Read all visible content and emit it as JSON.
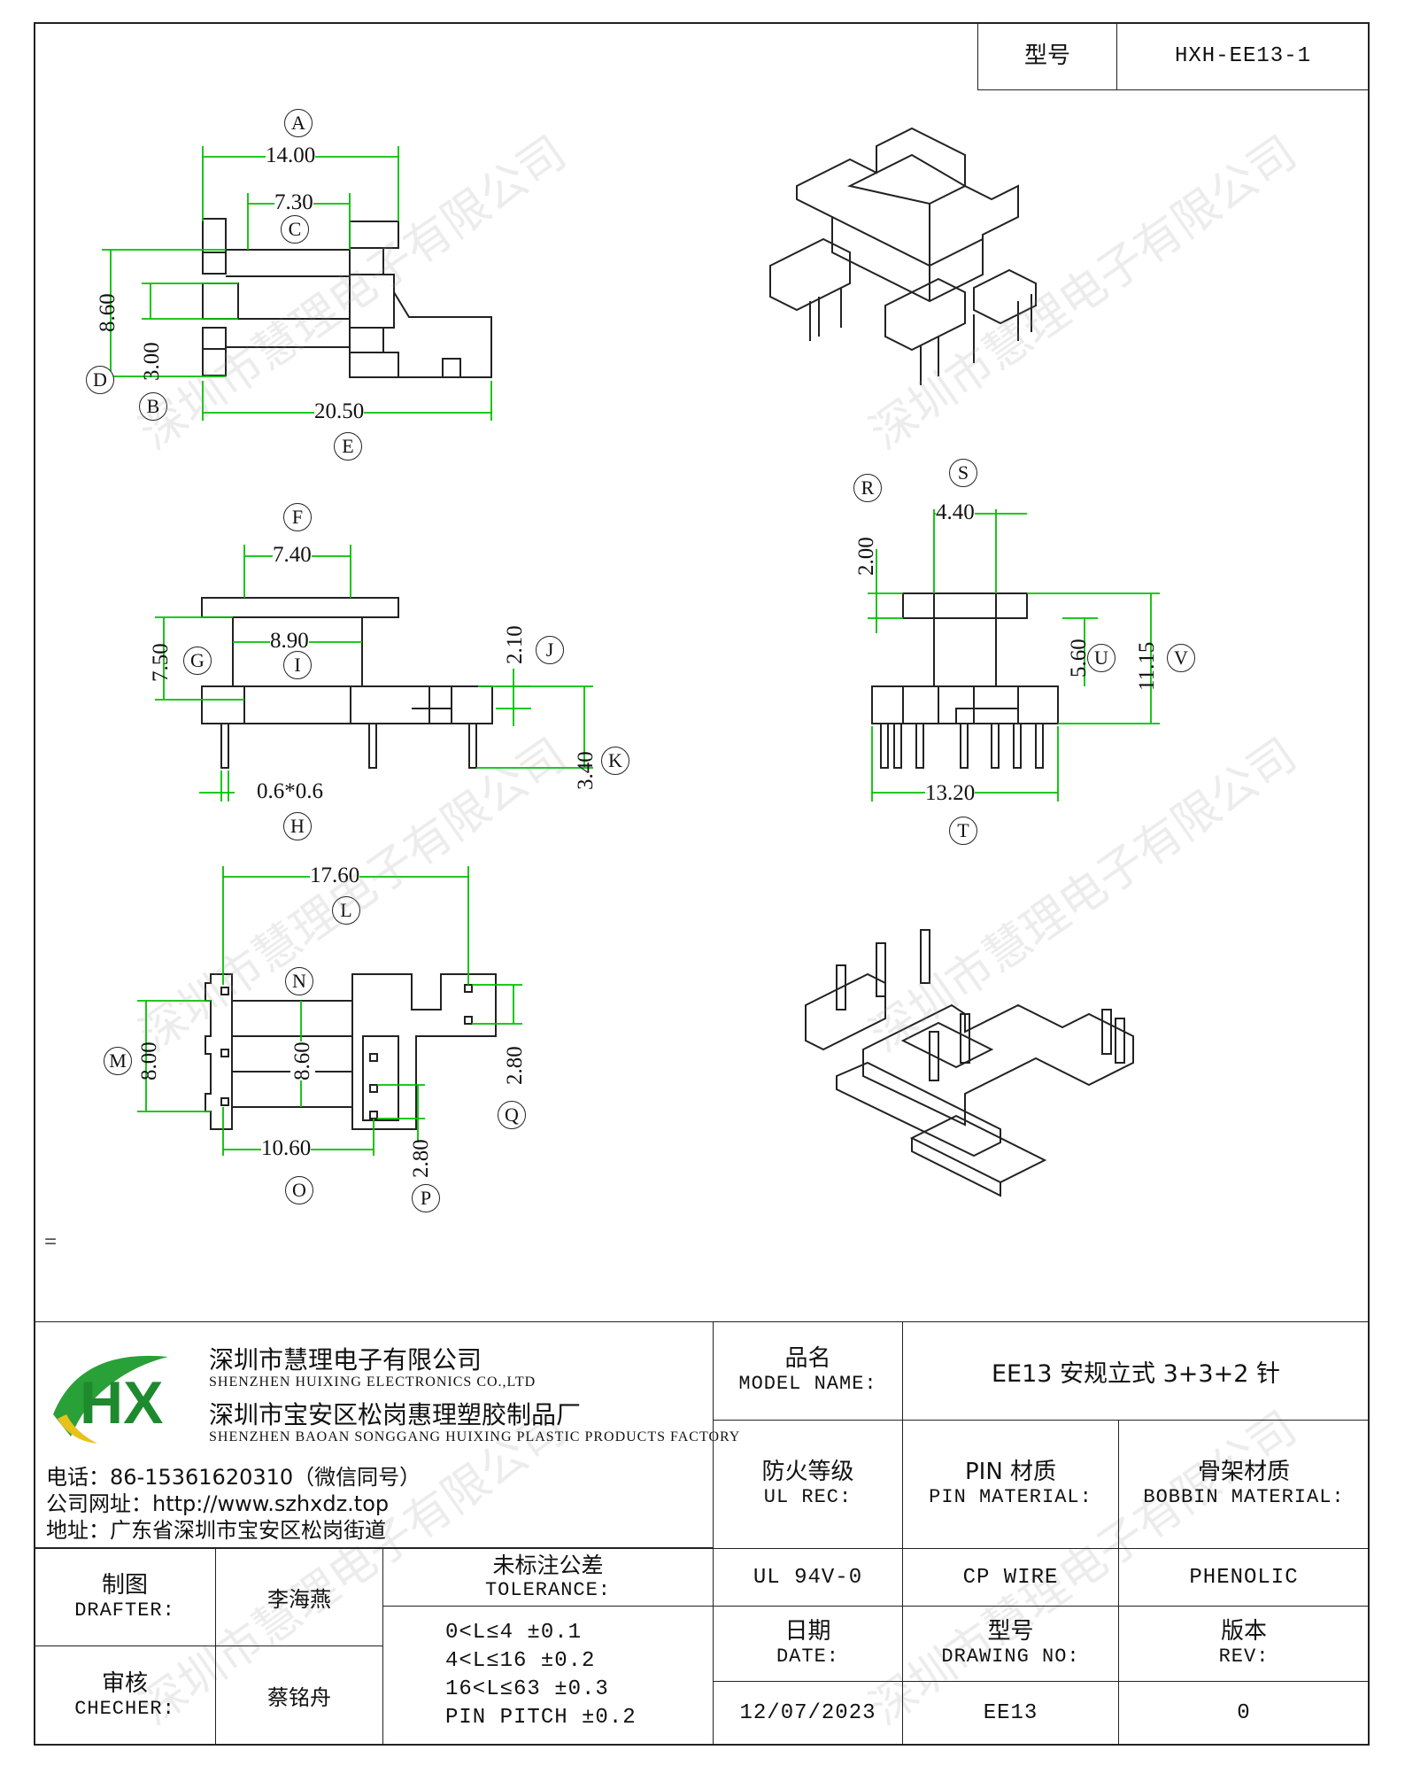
{
  "header": {
    "model_label": "型号",
    "model_value": "HXH-EE13-1"
  },
  "drawing": {
    "labels": {
      "A": "A",
      "B": "B",
      "C": "C",
      "D": "D",
      "E": "E",
      "F": "F",
      "G": "G",
      "H": "H",
      "I": "I",
      "J": "J",
      "K": "K",
      "L": "L",
      "M": "M",
      "N": "N",
      "O": "O",
      "P": "P",
      "Q": "Q",
      "R": "R",
      "S": "S",
      "T": "T",
      "U": "U",
      "V": "V"
    },
    "dims": {
      "A": "14.00",
      "C": "7.30",
      "D": "8.60",
      "B": "3.00",
      "E": "20.50",
      "F": "7.40",
      "I": "8.90",
      "G": "7.50",
      "J": "2.10",
      "K": "3.40",
      "H": "0.6*0.6",
      "S": "4.40",
      "R": "2.00",
      "U": "5.60",
      "V": "11.15",
      "T": "13.20",
      "L": "17.60",
      "M": "8.00",
      "N": "8.60",
      "Q": "2.80",
      "O": "10.60",
      "P": "2.80"
    },
    "stray_mark": "="
  },
  "company": {
    "logo_text": "HX",
    "name_cn": "深圳市慧理电子有限公司",
    "name_en": "SHENZHEN HUIXING ELECTRONICS CO.,LTD",
    "factory_cn": "深圳市宝安区松岗惠理塑胶制品厂",
    "factory_en": "SHENZHEN BAOAN SONGGANG HUIXING PLASTIC PRODUCTS FACTORY",
    "phone": "电话：86-15361620310（微信同号）",
    "website": "公司网址：http://www.szhxdz.top",
    "address": "地址：广东省深圳市宝安区松岗街道"
  },
  "title_block": {
    "model_name_cn": "品名",
    "model_name_en": "MODEL NAME:",
    "model_name_value": "EE13 安规立式 3+3+2 针",
    "ul_cn": "防火等级",
    "ul_en": "UL REC:",
    "ul_value": "UL 94V-0",
    "pin_cn": "PIN 材质",
    "pin_en": "PIN MATERIAL:",
    "pin_value": "CP WIRE",
    "bobbin_cn": "骨架材质",
    "bobbin_en": "BOBBIN MATERIAL:",
    "bobbin_value": "PHENOLIC",
    "drafter_cn": "制图",
    "drafter_en": "DRAFTER:",
    "drafter_value": "李海燕",
    "checker_cn": "审核",
    "checker_en": "CHECHER:",
    "checker_value": "蔡铭舟",
    "tolerance_cn": "未标注公差",
    "tolerance_en": "TOLERANCE:",
    "tolerance_lines": [
      "0<L≤4  ±0.1",
      "4<L≤16  ±0.2",
      "16<L≤63  ±0.3",
      "PIN PITCH  ±0.2"
    ],
    "date_cn": "日期",
    "date_en": "DATE:",
    "date_value": "12/07/2023",
    "drawing_no_cn": "型号",
    "drawing_no_en": "DRAWING NO:",
    "drawing_no_value": "EE13",
    "rev_cn": "版本",
    "rev_en": "REV:",
    "rev_value": "0"
  },
  "watermark": "深圳市慧理电子有限公司",
  "colors": {
    "dimension": "#00c000",
    "logo_green": "#2aa038",
    "logo_yellow": "#e8c21a",
    "line": "#222222"
  }
}
